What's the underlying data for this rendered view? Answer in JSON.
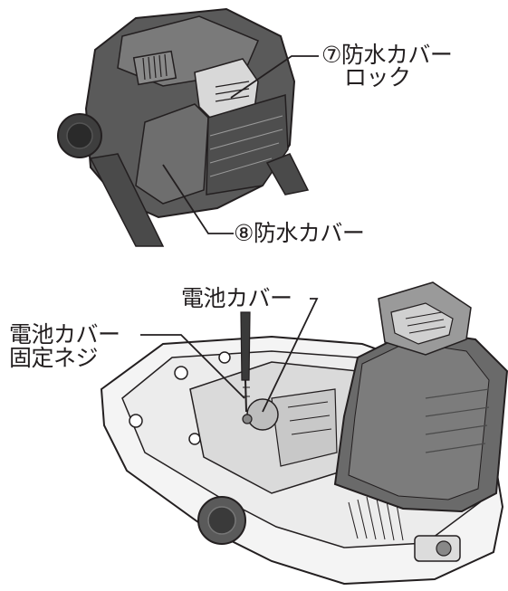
{
  "labels": {
    "cover_lock_line1": "⑦防水カバー",
    "cover_lock_line2": "ロック",
    "waterproof_cover": "⑧防水カバー",
    "battery_cover": "電池カバー",
    "battery_cover_screw_line1": "電池カバー",
    "battery_cover_screw_line2": "固定ネジ"
  },
  "colors": {
    "ink": "#231f20",
    "housing_dark": "#4a4a4a",
    "housing_mid": "#6b6b6b",
    "housing_light": "#9a9a9a",
    "base_fill": "#f4f4f4",
    "cover_fill": "#6a6a6a"
  },
  "icons": [
    "screwdriver-icon"
  ]
}
